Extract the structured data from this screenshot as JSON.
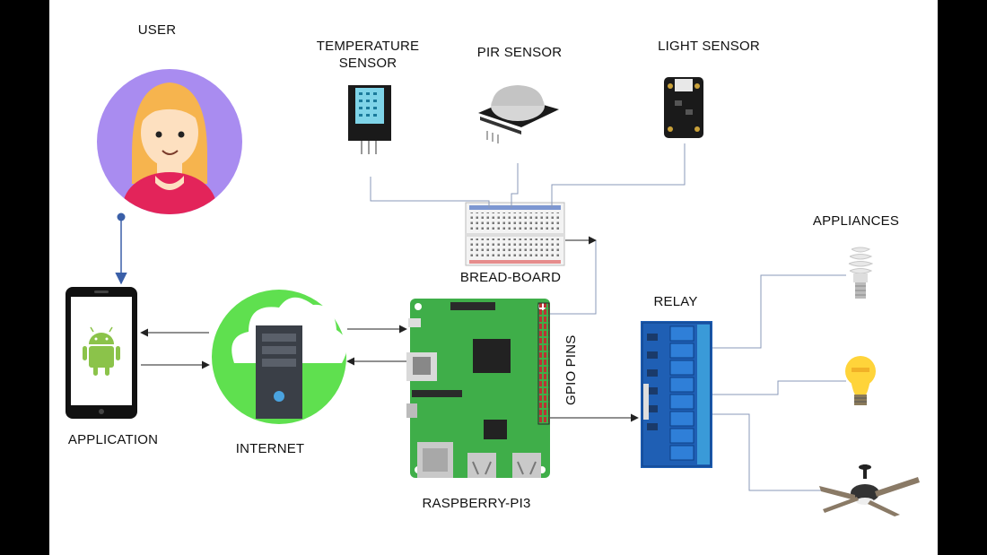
{
  "labels": {
    "user": "USER",
    "temperature_sensor_line1": "TEMPERATURE",
    "temperature_sensor_line2": "SENSOR",
    "pir_sensor": "PIR SENSOR",
    "light_sensor": "LIGHT SENSOR",
    "appliances": "APPLIANCES",
    "bread_board": "BREAD-BOARD",
    "relay": "RELAY",
    "gpio_pins": "GPIO PINS",
    "application": "APPLICATION",
    "internet": "INTERNET",
    "raspberry_pi": "RASPBERRY-PI3"
  },
  "colors": {
    "user_circle": "#a98cf0",
    "hair": "#f6b44e",
    "skin": "#fde0c0",
    "shirt": "#e3245a",
    "cloud_circle": "#5fe04f",
    "server": "#3a3f47",
    "android_green": "#8bc34a",
    "pi_board": "#3fae49",
    "relay_board": "#1f5fb4",
    "connector_line": "#8a99b8",
    "arrow": "#222"
  }
}
